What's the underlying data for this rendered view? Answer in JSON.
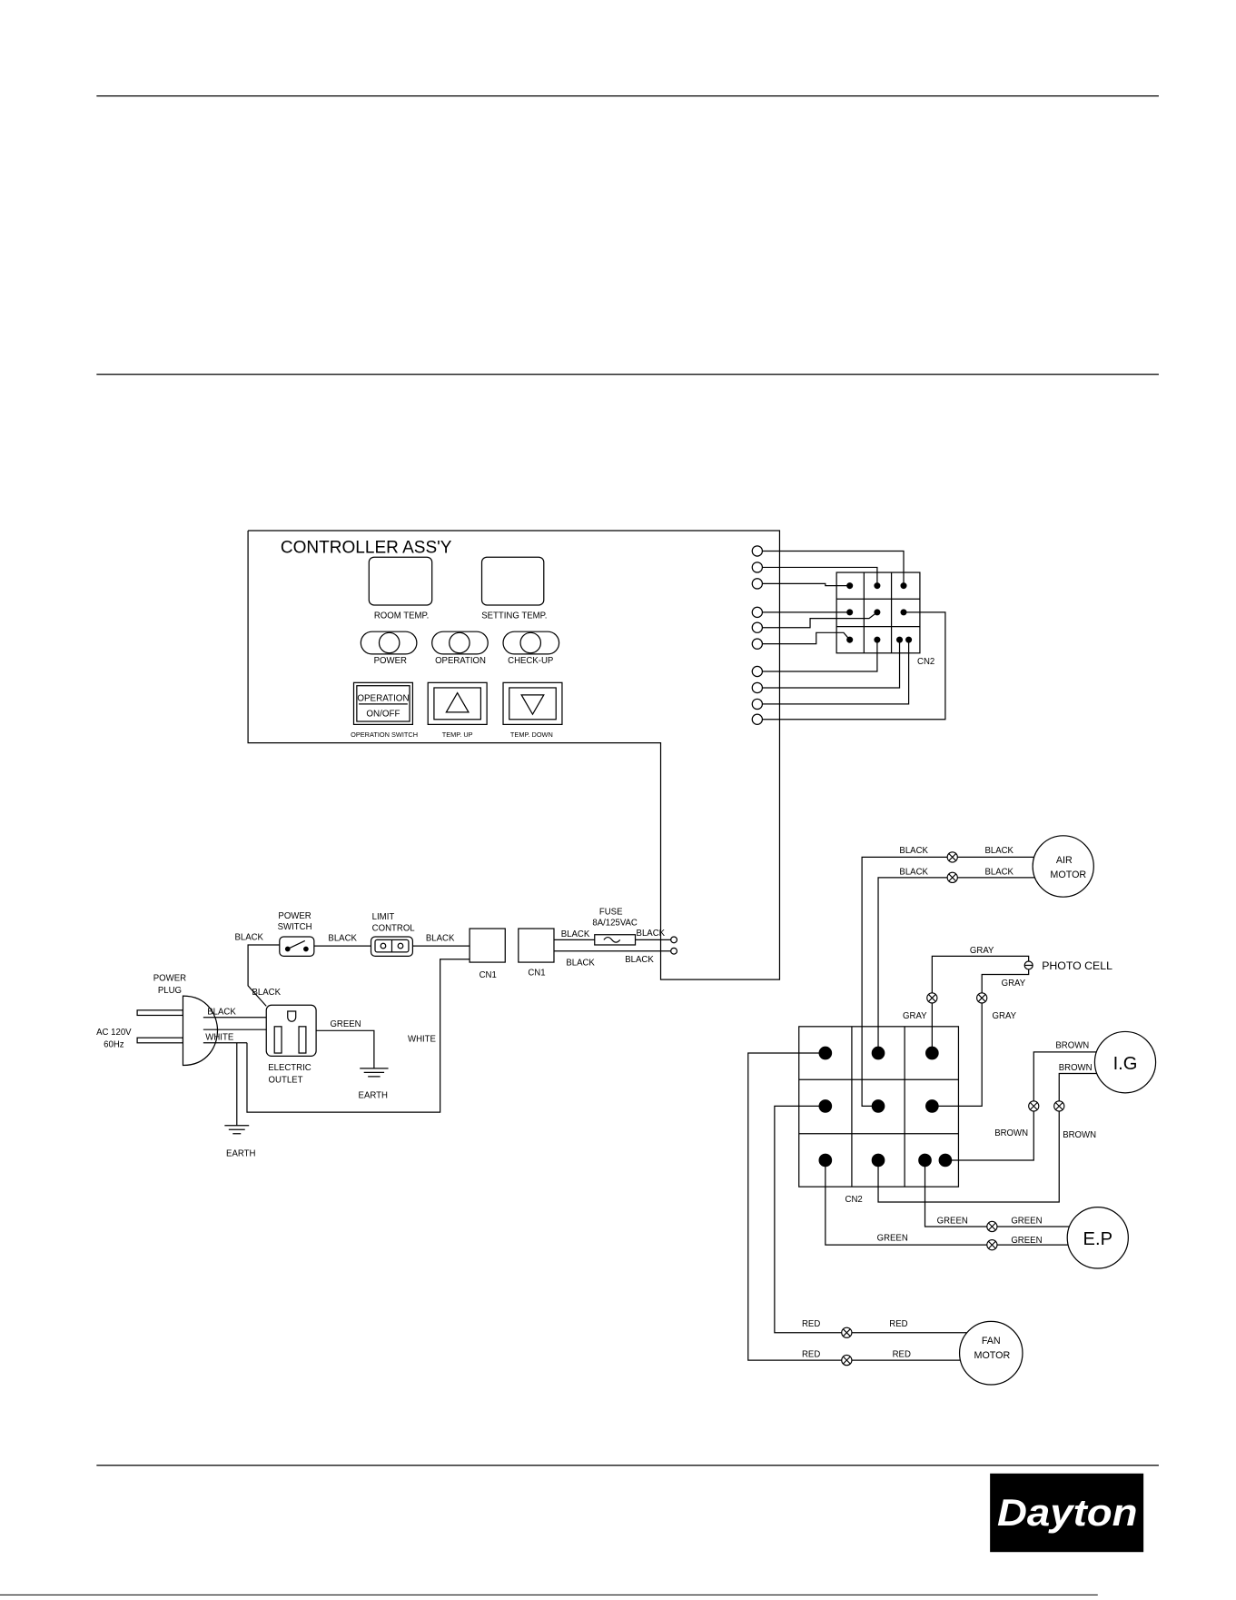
{
  "controller": {
    "title": "CONTROLLER ASS'Y",
    "room_temp_label": "ROOM TEMP.",
    "setting_temp_label": "SETTING TEMP.",
    "led_power_label": "POWER",
    "led_operation_label": "OPERATION",
    "led_checkup_label": "CHECK-UP",
    "operation_button_line1": "OPERATION",
    "operation_button_line2": "ON/OFF",
    "operation_switch_label": "OPERATION SWITCH",
    "temp_up_label": "TEMP. UP",
    "temp_down_label": "TEMP. DOWN",
    "connector_label": "CN2"
  },
  "power_circuit": {
    "plug_label": [
      "POWER",
      "PLUG"
    ],
    "supply_label": [
      "AC 120V",
      "60Hz"
    ],
    "plug_wire_labels": [
      "BLACK",
      "WHITE"
    ],
    "outlet_feed_label": "BLACK",
    "switch_feed_label": "BLACK",
    "power_switch_label": [
      "POWER",
      "SWITCH"
    ],
    "switch_to_limit_label": "BLACK",
    "limit_control_label": [
      "LIMIT",
      "CONTROL"
    ],
    "limit_to_cn1_label": "BLACK",
    "cn1_labels": [
      "CN1",
      "CN1"
    ],
    "fuse_label": [
      "FUSE",
      "8A/125VAC"
    ],
    "fuse_wire_labels": [
      "BLACK",
      "BLACK",
      "BLACK",
      "BLACK"
    ],
    "outlet_label": [
      "ELECTRIC",
      "OUTLET"
    ],
    "outlet_ground_wire_label": "GREEN",
    "earth_labels": [
      "EARTH",
      "EARTH"
    ],
    "return_wire_label": "WHITE"
  },
  "loads": {
    "connector_label": "CN2",
    "air_motor_label": [
      "AIR",
      "MOTOR"
    ],
    "air_motor_wire_labels": [
      "BLACK",
      "BLACK",
      "BLACK",
      "BLACK"
    ],
    "photo_cell_label": "PHOTO CELL",
    "photo_cell_wire_labels": [
      "GRAY",
      "GRAY",
      "GRAY",
      "GRAY"
    ],
    "ignitor_label": "I.G",
    "ignitor_wire_labels": [
      "BROWN",
      "BROWN",
      "BROWN",
      "BROWN"
    ],
    "ep_label": "E.P",
    "ep_wire_labels": [
      "GREEN",
      "GREEN",
      "GREEN",
      "GREEN"
    ],
    "fan_motor_label": [
      "FAN",
      "MOTOR"
    ],
    "fan_motor_wire_labels": [
      "RED",
      "RED",
      "RED",
      "RED"
    ]
  },
  "footer": {
    "logo_text": "Dayton"
  }
}
